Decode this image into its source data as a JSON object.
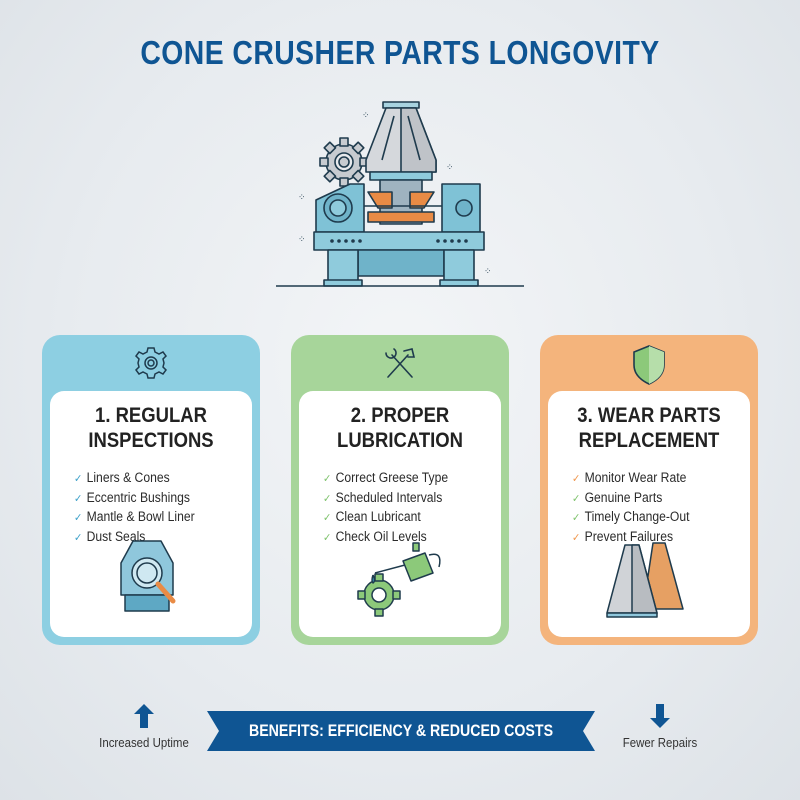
{
  "header": {
    "title": "CONE CRUSHER PARTS LONGOVITY"
  },
  "hero": {
    "icon": "cone-crusher-machine-illustration"
  },
  "cards": [
    {
      "title_line1": "1. REGULAR",
      "title_line2": "INSPECTIONS",
      "header_icon": "gear-icon",
      "color": "#8dcfe2",
      "items": [
        {
          "label": "Liners & Cones",
          "check_color": "#3a9fc8"
        },
        {
          "label": "Eccentric Bushings",
          "check_color": "#3a9fc8"
        },
        {
          "label": "Mantle & Bowl Liner",
          "check_color": "#3a9fc8"
        },
        {
          "label": "Dust Seals",
          "check_color": "#3a9fc8"
        }
      ],
      "illustration": "magnifier-over-crusher-icon"
    },
    {
      "title_line1": "2. PROPER",
      "title_line2": "LUBRICATION",
      "header_icon": "wrench-hammer-icon",
      "color": "#a7d59a",
      "items": [
        {
          "label": "Correct Greese Type",
          "check_color": "#7cc26a"
        },
        {
          "label": "Scheduled Intervals",
          "check_color": "#7cc26a"
        },
        {
          "label": "Clean Lubricant",
          "check_color": "#7cc26a"
        },
        {
          "label": "Check Oil Levels",
          "check_color": "#7cc26a"
        }
      ],
      "illustration": "oil-can-gear-icon"
    },
    {
      "title_line1": "3. WEAR PARTS",
      "title_line2": "REPLACEMENT",
      "header_icon": "shield-icon",
      "color": "#f4b47c",
      "items": [
        {
          "label": "Monitor Wear Rate",
          "check_color": "#f0954a"
        },
        {
          "label": "Genuine Parts",
          "check_color": "#7cc26a"
        },
        {
          "label": "Timely Change-Out",
          "check_color": "#7cc26a"
        },
        {
          "label": "Prevent Failures",
          "check_color": "#f0954a"
        }
      ],
      "illustration": "wear-cones-icon"
    }
  ],
  "footer": {
    "banner": "BENEFITS: EFFICIENCY & REDUCED COSTS",
    "left_label": "Increased Uptime",
    "left_icon": "arrow-up-icon",
    "right_label": "Fewer Repairs",
    "right_icon": "arrow-down-icon",
    "accent": "#0f5593"
  },
  "check_glyph": "✓"
}
